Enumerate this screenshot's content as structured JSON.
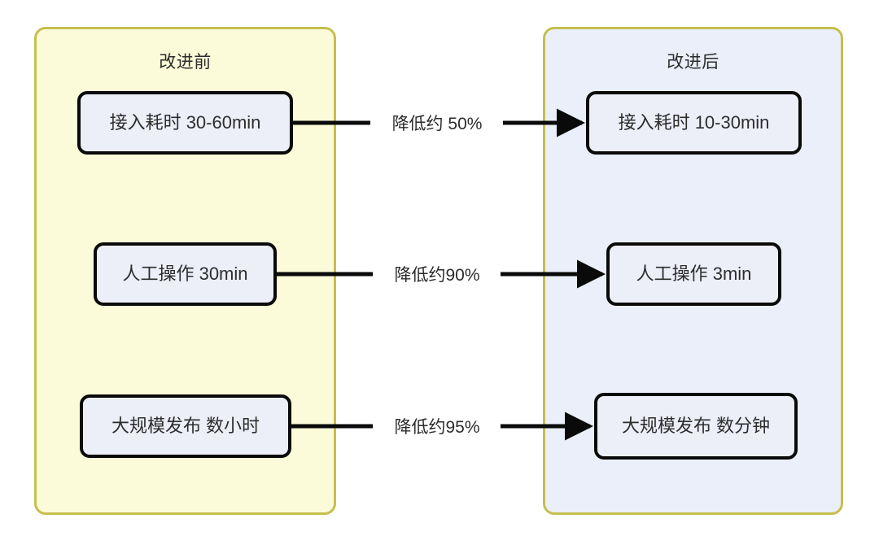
{
  "diagram": {
    "title_before": "改进前",
    "title_after": "改进后",
    "colors": {
      "panel_before_fill": "#fbfbd9",
      "panel_after_fill": "#eaeff9",
      "panel_border": "#c5bf4e",
      "node_fill": "#eceef8",
      "node_border": "#0a0a0a",
      "connector": "#0a0a0a",
      "text": "#2b2b2b"
    },
    "rows": [
      {
        "before": "接入耗时 30-60min",
        "label": "降低约 50%",
        "after": "接入耗时 10-30min"
      },
      {
        "before": "人工操作 30min",
        "label": "降低约90%",
        "after": "人工操作 3min"
      },
      {
        "before": "大规模发布 数小时",
        "label": "降低约95%",
        "after": "大规模发布 数分钟"
      }
    ]
  }
}
